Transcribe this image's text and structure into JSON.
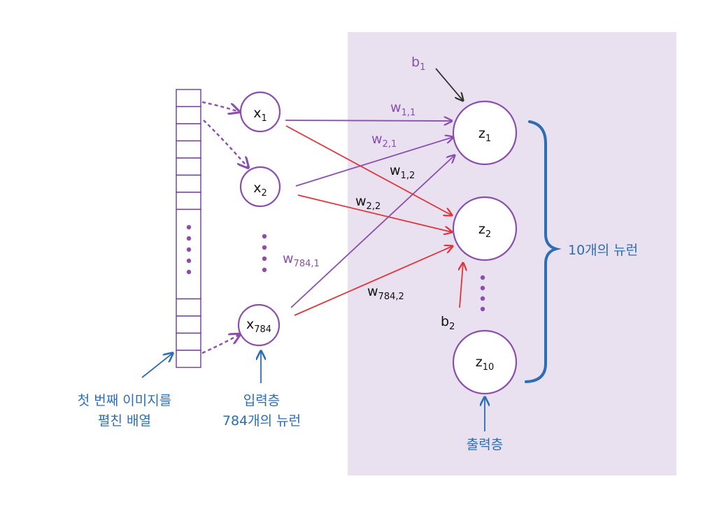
{
  "colors": {
    "output_layer_bg": "#e9e1ef",
    "neuron_stroke": "#8a4fae",
    "purple_edge": "#8a4fae",
    "red_edge": "#e0343a",
    "annotation_blue": "#2c6db3"
  },
  "input_nodes": [
    {
      "base": "x",
      "sub": "1"
    },
    {
      "base": "x",
      "sub": "2"
    },
    {
      "base": "x",
      "sub": "784"
    }
  ],
  "output_nodes": [
    {
      "base": "z",
      "sub": "1"
    },
    {
      "base": "z",
      "sub": "2"
    },
    {
      "base": "z",
      "sub": "10"
    }
  ],
  "weights": [
    {
      "base": "w",
      "sub": "1,1",
      "color": "purple"
    },
    {
      "base": "w",
      "sub": "2,1",
      "color": "purple"
    },
    {
      "base": "w",
      "sub": "1,2",
      "color": "black"
    },
    {
      "base": "w",
      "sub": "2,2",
      "color": "black"
    },
    {
      "base": "w",
      "sub": "784,1",
      "color": "purple"
    },
    {
      "base": "w",
      "sub": "784,2",
      "color": "black"
    }
  ],
  "biases": [
    {
      "base": "b",
      "sub": "1"
    },
    {
      "base": "b",
      "sub": "2"
    }
  ],
  "annotations": {
    "flattened_line1": "첫 번째 이미지를",
    "flattened_line2": "펼친 배열",
    "input_line1": "입력층",
    "input_line2": "784개의 뉴런",
    "output_layer": "출력층",
    "brace_label": "10개의 뉴런"
  }
}
